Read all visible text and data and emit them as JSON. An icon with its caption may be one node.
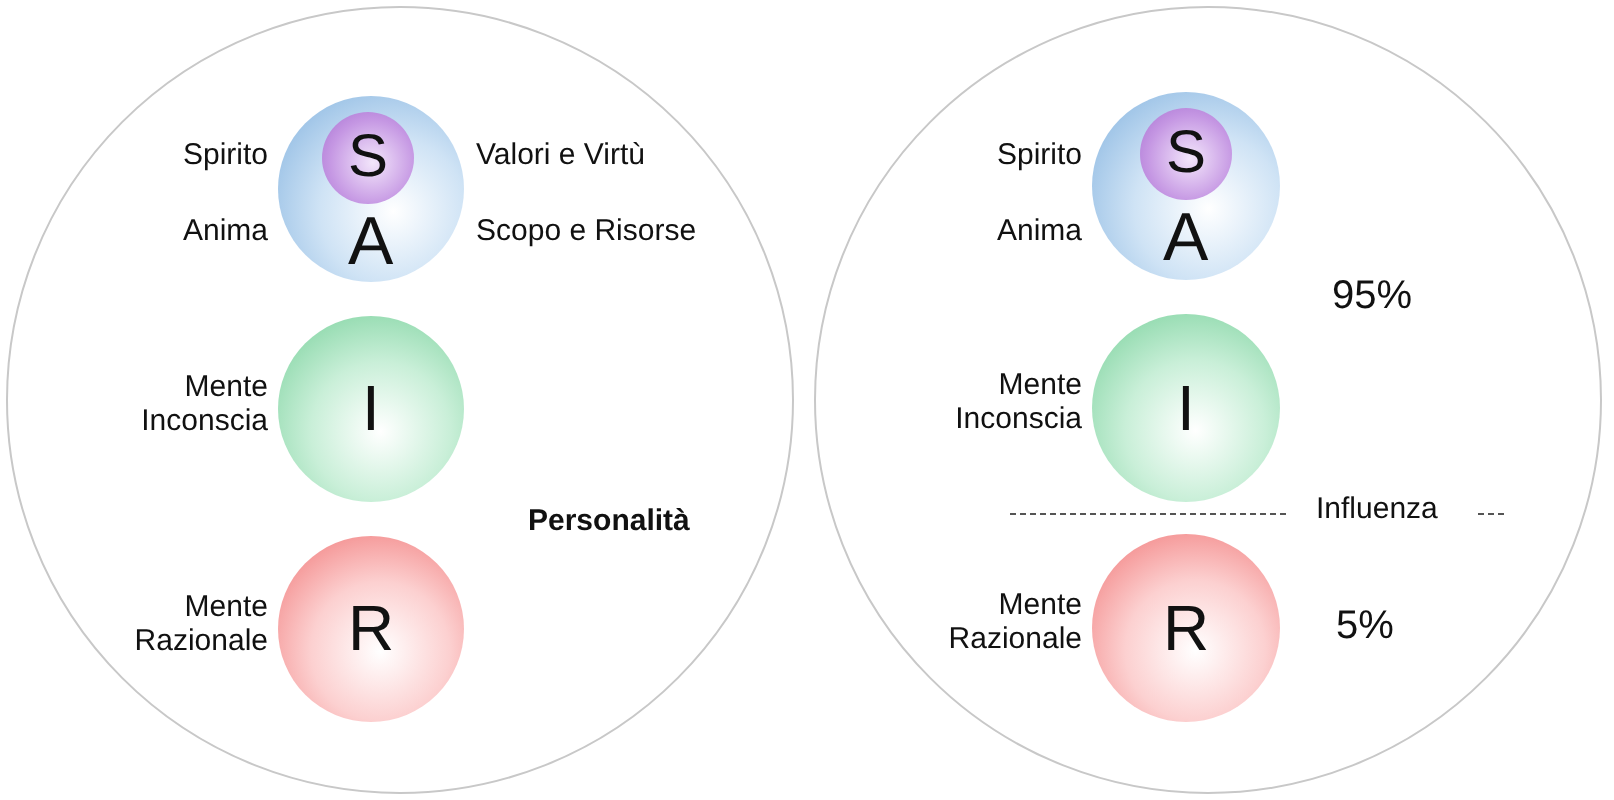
{
  "diagram": {
    "nodes": [
      {
        "text": [
          "Personalità"
        ]
      },
      {
        "text": [
          "A"
        ],
        "in": 0,
        "beside": [
          "Spirito",
          "Valori e Virtù",
          "Anima",
          "Scopo e Risorse"
        ]
      },
      {
        "text": [
          "S"
        ],
        "in": 1
      },
      {
        "text": [
          "I"
        ],
        "in": 0,
        "beside": [
          "Mente Inconscia"
        ]
      },
      {
        "text": [
          "R"
        ],
        "in": 0,
        "beside": [
          "Mente Razionale"
        ]
      },
      {
        "text": [],
        "shape": "circle"
      },
      {
        "text": [
          "A"
        ],
        "in": 5,
        "beside": [
          "Spirito",
          "Anima"
        ]
      },
      {
        "text": [
          "S"
        ],
        "in": 6
      },
      {
        "text": [
          "I"
        ],
        "in": 5,
        "beside": [
          "Mente Inconscia"
        ]
      },
      {
        "text": [
          "R"
        ],
        "in": 5,
        "beside": [
          "Mente Razionale"
        ]
      }
    ],
    "edges": [],
    "labels": [
      "95%",
      "Influenza",
      "5%"
    ]
  }
}
